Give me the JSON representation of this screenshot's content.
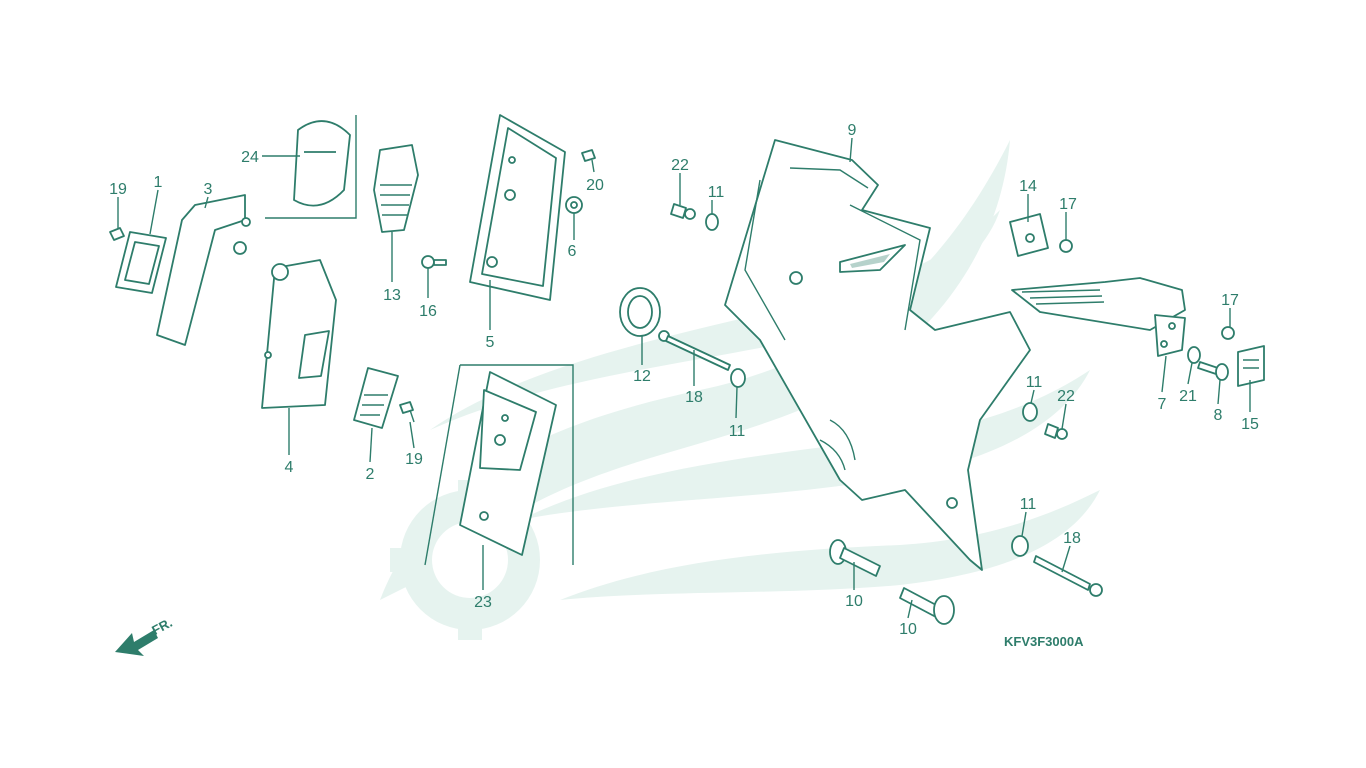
{
  "diagram_code": "KFV3F3000A",
  "front_indicator": "FR.",
  "colors": {
    "ink": "#2e7d6b",
    "watermark": "#e6f3ef",
    "background": "#ffffff"
  },
  "callouts": [
    {
      "id": "c-19a",
      "label": "19"
    },
    {
      "id": "c-1",
      "label": "1"
    },
    {
      "id": "c-3",
      "label": "3"
    },
    {
      "id": "c-24",
      "label": "24"
    },
    {
      "id": "c-13",
      "label": "13"
    },
    {
      "id": "c-16",
      "label": "16"
    },
    {
      "id": "c-5",
      "label": "5"
    },
    {
      "id": "c-20",
      "label": "20"
    },
    {
      "id": "c-6",
      "label": "6"
    },
    {
      "id": "c-4",
      "label": "4"
    },
    {
      "id": "c-2",
      "label": "2"
    },
    {
      "id": "c-19b",
      "label": "19"
    },
    {
      "id": "c-23",
      "label": "23"
    },
    {
      "id": "c-22a",
      "label": "22"
    },
    {
      "id": "c-11a",
      "label": "11"
    },
    {
      "id": "c-12",
      "label": "12"
    },
    {
      "id": "c-18a",
      "label": "18"
    },
    {
      "id": "c-11b",
      "label": "11"
    },
    {
      "id": "c-9",
      "label": "9"
    },
    {
      "id": "c-14",
      "label": "14"
    },
    {
      "id": "c-17a",
      "label": "17"
    },
    {
      "id": "c-17b",
      "label": "17"
    },
    {
      "id": "c-7",
      "label": "7"
    },
    {
      "id": "c-21",
      "label": "21"
    },
    {
      "id": "c-8",
      "label": "8"
    },
    {
      "id": "c-15",
      "label": "15"
    },
    {
      "id": "c-11c",
      "label": "11"
    },
    {
      "id": "c-22b",
      "label": "22"
    },
    {
      "id": "c-11d",
      "label": "11"
    },
    {
      "id": "c-18b",
      "label": "18"
    },
    {
      "id": "c-10a",
      "label": "10"
    },
    {
      "id": "c-10b",
      "label": "10"
    }
  ]
}
